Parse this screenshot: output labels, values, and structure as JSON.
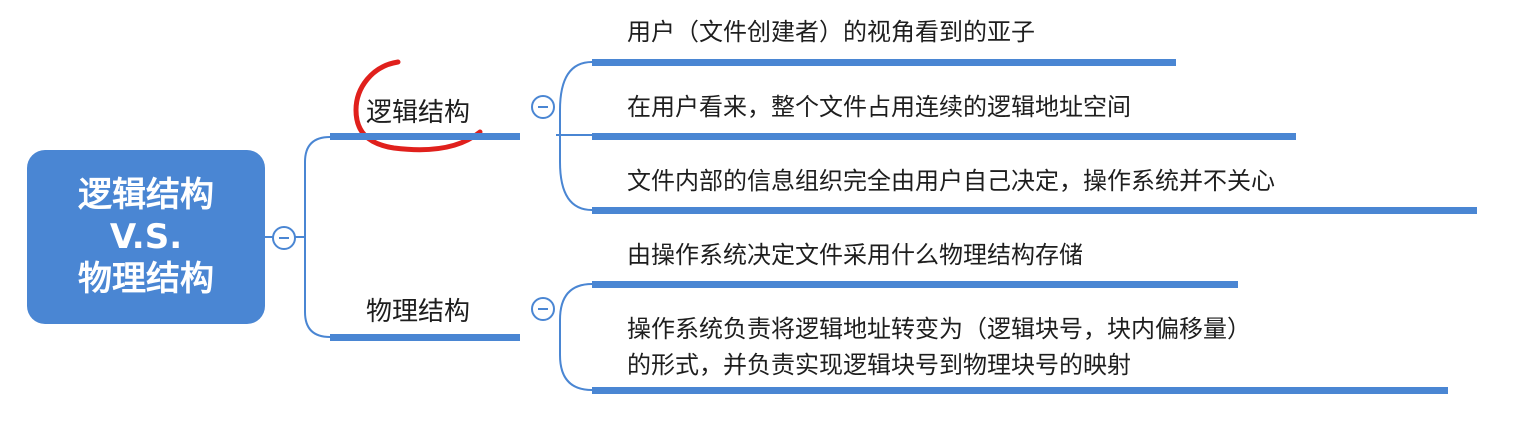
{
  "root": {
    "lines": [
      "逻辑结构",
      "V.S.",
      "物理结构"
    ]
  },
  "branches": [
    {
      "label": "逻辑结构",
      "leaves": [
        {
          "lines": [
            "用户（文件创建者）的视角看到的亚子"
          ]
        },
        {
          "lines": [
            "在用户看来，整个文件占用连续的逻辑地址空间"
          ]
        },
        {
          "lines": [
            "文件内部的信息组织完全由用户自己决定，操作系统并不关心"
          ]
        }
      ]
    },
    {
      "label": "物理结构",
      "leaves": [
        {
          "lines": [
            "由操作系统决定文件采用什么物理结构存储"
          ]
        },
        {
          "lines": [
            "操作系统负责将逻辑地址转变为（逻辑块号，块内偏移量）",
            "的形式，并负责实现逻辑块号到物理块号的映射"
          ]
        }
      ]
    }
  ],
  "colors": {
    "accent": "#4a86d3",
    "annotation": "#e0201c"
  },
  "icons": {
    "collapse": "minus-circle-icon"
  }
}
